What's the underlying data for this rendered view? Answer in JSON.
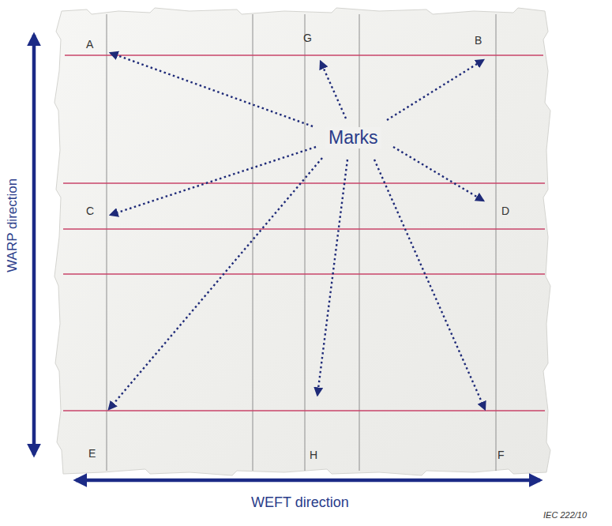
{
  "diagram": {
    "labels": [
      "A",
      "G",
      "B",
      "Marks",
      "C",
      "D",
      "E",
      "H",
      "F",
      "WARP direction",
      "WEFT direction",
      "IEC 222/10"
    ]
  }
}
